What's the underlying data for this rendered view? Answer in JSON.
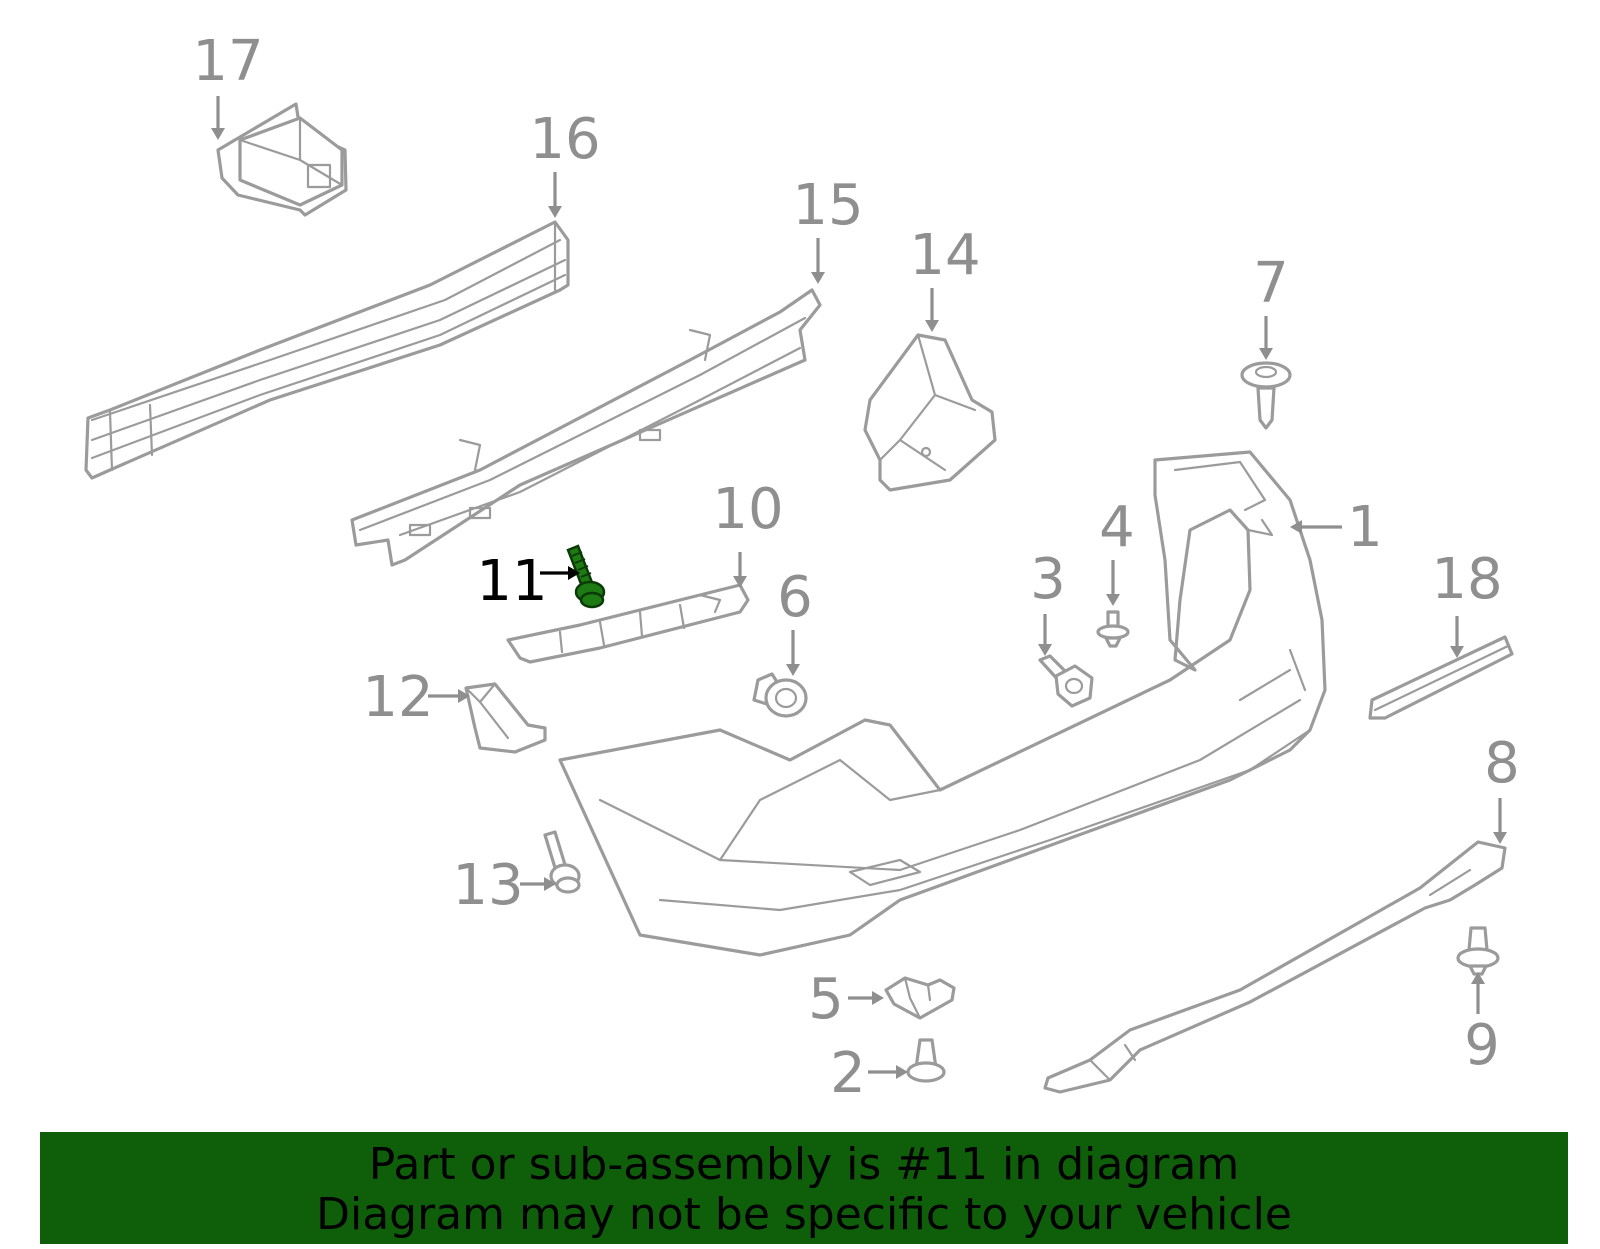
{
  "callouts": [
    {
      "id": "1",
      "label": "1"
    },
    {
      "id": "2",
      "label": "2"
    },
    {
      "id": "3",
      "label": "3"
    },
    {
      "id": "4",
      "label": "4"
    },
    {
      "id": "5",
      "label": "5"
    },
    {
      "id": "6",
      "label": "6"
    },
    {
      "id": "7",
      "label": "7"
    },
    {
      "id": "8",
      "label": "8"
    },
    {
      "id": "9",
      "label": "9"
    },
    {
      "id": "10",
      "label": "10"
    },
    {
      "id": "11",
      "label": "11"
    },
    {
      "id": "12",
      "label": "12"
    },
    {
      "id": "13",
      "label": "13"
    },
    {
      "id": "14",
      "label": "14"
    },
    {
      "id": "15",
      "label": "15"
    },
    {
      "id": "16",
      "label": "16"
    },
    {
      "id": "17",
      "label": "17"
    },
    {
      "id": "18",
      "label": "18"
    }
  ],
  "highlighted_part": "11",
  "colors": {
    "highlight": "#1e7a12",
    "banner_bg": "#0f5f0a",
    "line_art": "#9b9b9b"
  },
  "banner": {
    "line1": "Part or sub-assembly is #11 in diagram",
    "line2": "Diagram may not be specific to your vehicle"
  }
}
